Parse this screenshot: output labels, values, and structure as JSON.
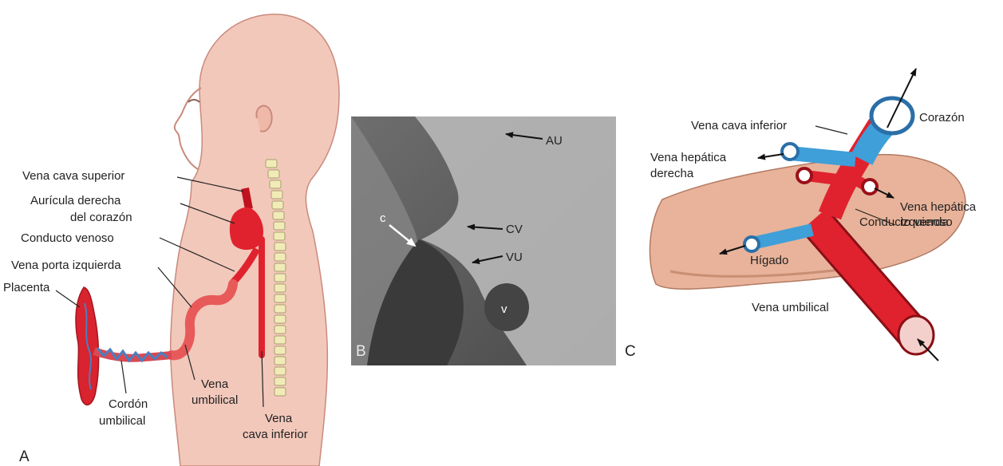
{
  "panel_a": {
    "letter": "A",
    "labels": {
      "svc": "Vena cava superior",
      "ra1": "Aurícula derecha",
      "ra2": "del corazón",
      "dv": "Conducto venoso",
      "lpv": "Vena porta izquierda",
      "placenta": "Placenta",
      "uv1": "Vena",
      "uv2": "umbilical",
      "cord1": "Cordón",
      "cord2": "umbilical",
      "ivc1": "Vena",
      "ivc2": "cava inferior"
    }
  },
  "panel_b": {
    "letter": "B",
    "labels": {
      "au": "AU",
      "cv": "CV",
      "vu": "VU",
      "c": "c",
      "v": "v"
    }
  },
  "panel_c": {
    "letter": "C",
    "labels": {
      "ivc": "Vena cava inferior",
      "heart": "Corazón",
      "rhv1": "Vena hepática",
      "rhv2": "derecha",
      "lhv1": "Vena hepática",
      "lhv2": "izquierda",
      "dv": "Conducto venoso",
      "liver": "Hígado",
      "uv": "Vena umbilical"
    }
  },
  "colors": {
    "vein_red": "#e0222e",
    "vein_blue": "#3f9fd8",
    "skin": "#f2c8bb",
    "liver": "#e8b39a"
  }
}
